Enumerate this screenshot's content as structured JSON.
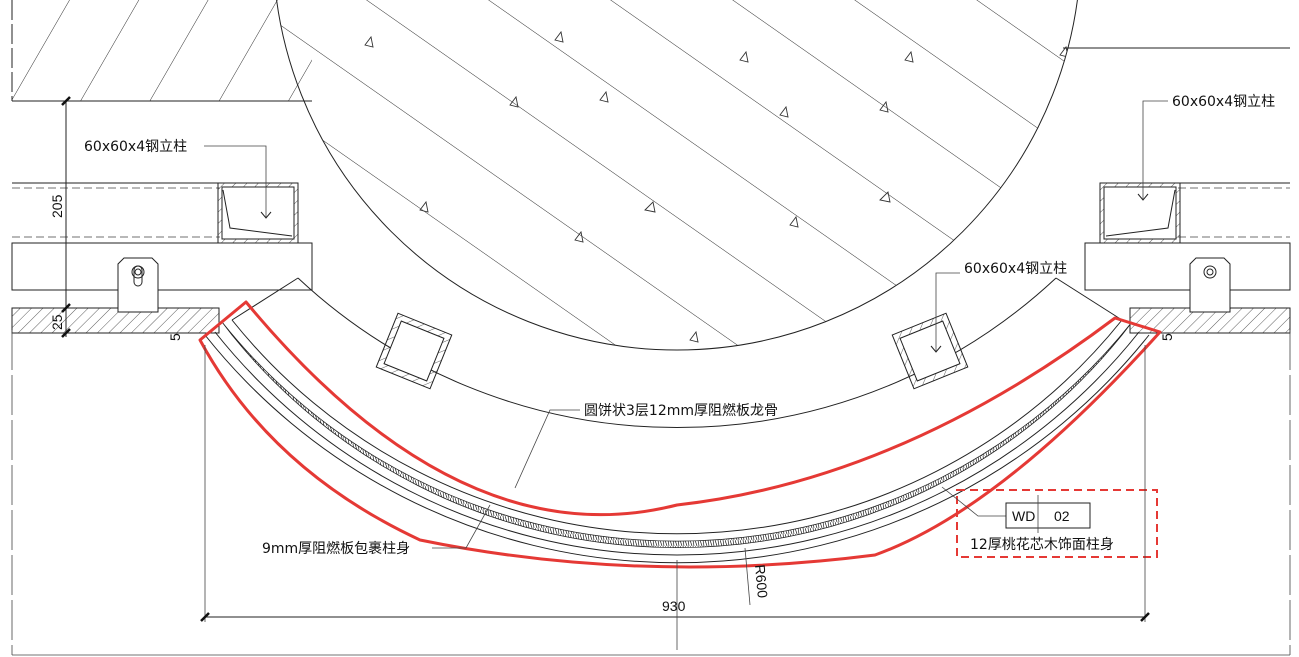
{
  "labels": {
    "steel_column_left": "60x60x4钢立柱",
    "steel_column_right_top": "60x60x4钢立柱",
    "steel_column_center": "60x60x4钢立柱",
    "skeleton": "圆饼状3层12mm厚阻燃板龙骨",
    "wrap_board": "9mm厚阻燃板包裹柱身",
    "finish": "12厚桃花芯木饰面柱身",
    "material_code": "WD",
    "material_number": "02"
  },
  "dimensions": {
    "height_205": "205",
    "height_25": "25",
    "offset_5_left": "5",
    "offset_5_right": "5",
    "radius": "R600",
    "width": "930"
  },
  "colors": {
    "highlight": "#e53935",
    "line": "#222222"
  }
}
